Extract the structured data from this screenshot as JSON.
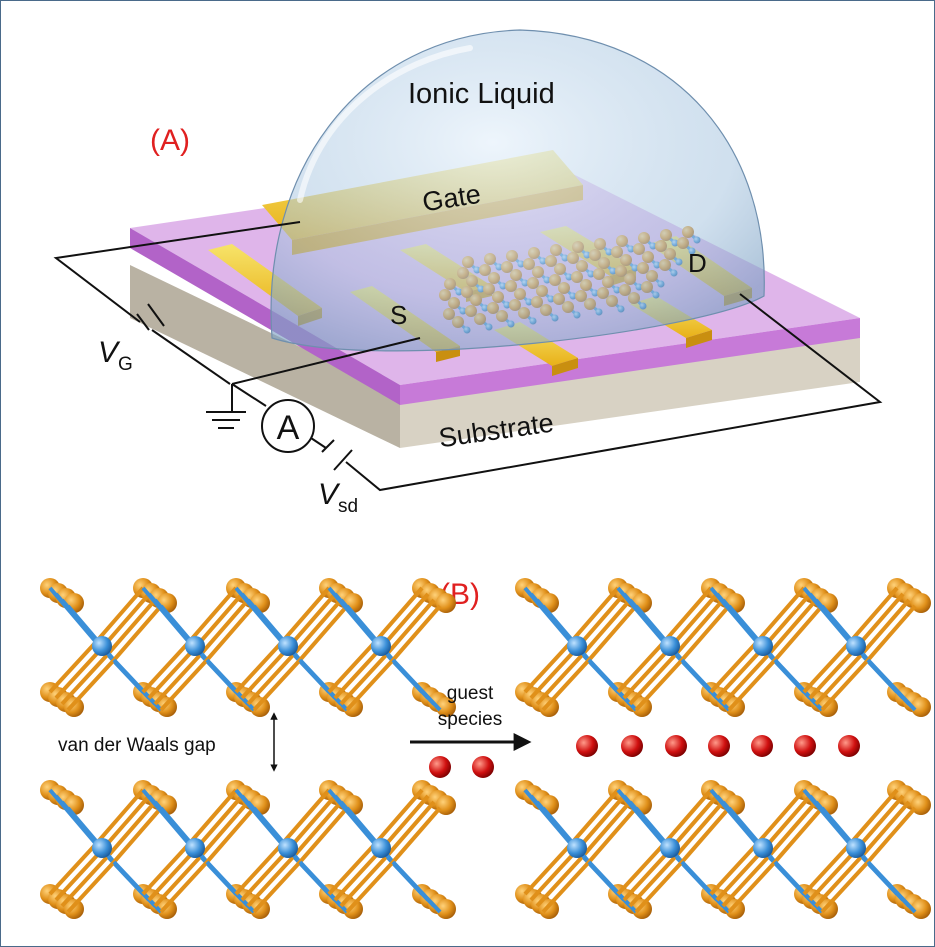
{
  "panel_a": {
    "label": "(A)",
    "ionic_liquid": "Ionic Liquid",
    "gate": "Gate",
    "source": "S",
    "drain": "D",
    "substrate": "Substrate",
    "vg_main": "V",
    "vg_sub": "G",
    "vsd_main": "V",
    "vsd_sub": "sd",
    "ammeter": "A"
  },
  "panel_b": {
    "label": "(B)",
    "gap_label": "van der Waals gap",
    "arrow_label_line1": "guest",
    "arrow_label_line2": "species"
  },
  "colors": {
    "label_red": "#e02020",
    "metal_atom": "#3a8fd8",
    "chalcogen_atom": "#e0901a",
    "guest_atom": "#d01010",
    "gold_contact": "#f0c020",
    "dielectric": "#c070d0",
    "substrate": "#d8d2c4"
  }
}
